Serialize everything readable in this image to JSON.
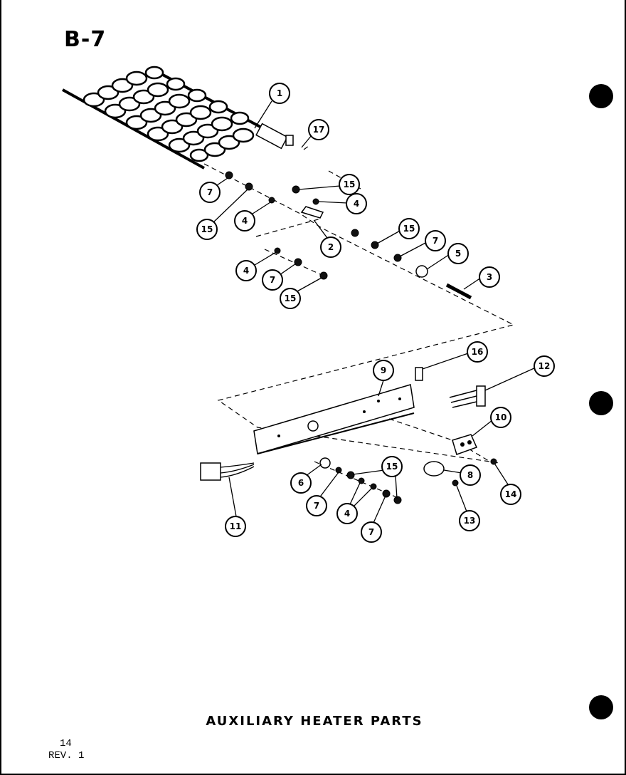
{
  "page_code": "B-7",
  "caption": "AUXILIARY HEATER PARTS",
  "footer": {
    "page_number": "14",
    "revision": "REV. 1"
  },
  "callouts": [
    "1",
    "17",
    "7",
    "15",
    "4",
    "15",
    "4",
    "2",
    "15",
    "7",
    "5",
    "3",
    "4",
    "7",
    "15",
    "16",
    "12",
    "9",
    "10",
    "11",
    "6",
    "7",
    "15",
    "4",
    "7",
    "8",
    "13",
    "14"
  ],
  "punch_holes": 3
}
